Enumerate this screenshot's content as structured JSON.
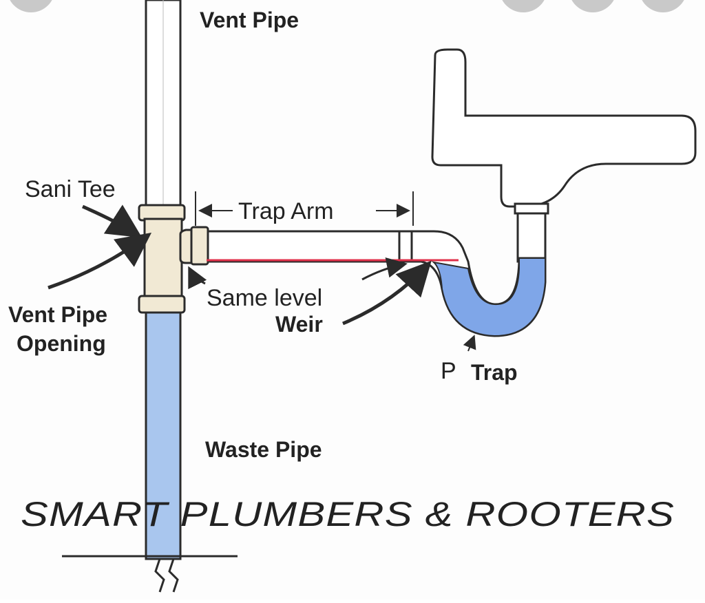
{
  "labels": {
    "vent_pipe": "Vent Pipe",
    "sani_tee": "Sani Tee",
    "trap_arm": "Trap Arm",
    "same_level": "Same level",
    "weir": "Weir",
    "vent_pipe_opening_1": "Vent Pipe",
    "vent_pipe_opening_2": "Opening",
    "p_trap_p": "P",
    "p_trap_trap": "Trap",
    "waste_pipe": "Waste Pipe"
  },
  "brand": {
    "text": "SMART PLUMBERS & ROOTERS"
  },
  "colors": {
    "water": "#a9c6ee",
    "trap_water": "#7fa6e8",
    "fitting": "#f1e9d4",
    "weir_line": "#e0304a",
    "outline": "#2b2b2b"
  },
  "icons": [
    "image-control-circle-icon",
    "image-control-circle-icon",
    "image-control-circle-icon"
  ]
}
